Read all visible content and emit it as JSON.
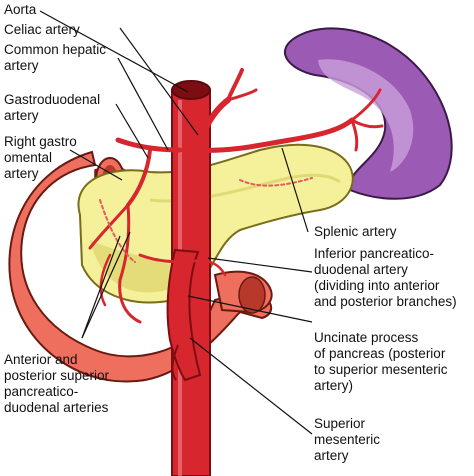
{
  "colors": {
    "artery": "#d7262e",
    "artery_dark": "#7d0d12",
    "pancreas": "#f5f09a",
    "pancreas_shadow": "#d9cf62",
    "duodenum": "#ef6f5e",
    "duodenum_dark": "#b8392c",
    "spleen": "#9b5ab4",
    "spleen_light": "#c9a0dc",
    "leader": "#111111"
  },
  "labels": {
    "aorta": [
      "Aorta"
    ],
    "celiac": [
      "Celiac artery"
    ],
    "common_hepatic": [
      "Common hepatic",
      "artery"
    ],
    "gastroduodenal": [
      "Gastroduodenal",
      "artery"
    ],
    "right_gastro": [
      "Right gastro",
      "omental",
      "artery"
    ],
    "splenic": [
      "Splenic artery"
    ],
    "inferior": [
      "Inferior pancreatico-",
      "duodenal artery",
      "(dividing into anterior",
      "and posterior branches)"
    ],
    "uncinate": [
      "Uncinate process",
      "of pancreas (posterior",
      "to superior mesenteric",
      "artery)"
    ],
    "superior_mesenteric": [
      "Superior",
      "mesenteric",
      "artery"
    ],
    "anterior_posterior": [
      "Anterior and",
      "posterior superior",
      "pancreatico-",
      "duodenal arteries"
    ]
  }
}
